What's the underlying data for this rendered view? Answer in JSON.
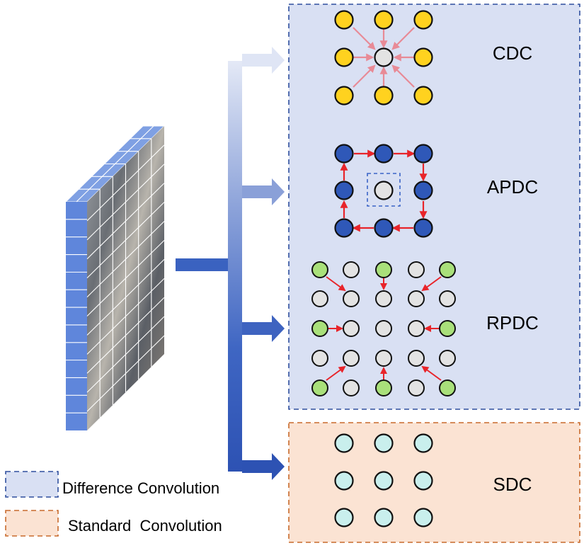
{
  "panels": {
    "cdc": {
      "label": "CDC"
    },
    "apdc": {
      "label": "APDC"
    },
    "rpdc": {
      "label": "RPDC"
    },
    "sdc": {
      "label": "SDC"
    }
  },
  "legend": {
    "difference": "Difference Convolution",
    "standard": "Standard  Convolution"
  },
  "colors": {
    "difference_fill": "#d9e0f3",
    "difference_border": "#2f4f9e",
    "standard_fill": "#fbe3d3",
    "standard_border": "#c86a2c",
    "cdc_node": "#ffd21f",
    "apdc_node": "#2f58b8",
    "rpdc_node": "#a9e07a",
    "sdc_node": "#c9efed",
    "center_node": "#e3e3e3",
    "arrow": "#e8242a"
  }
}
